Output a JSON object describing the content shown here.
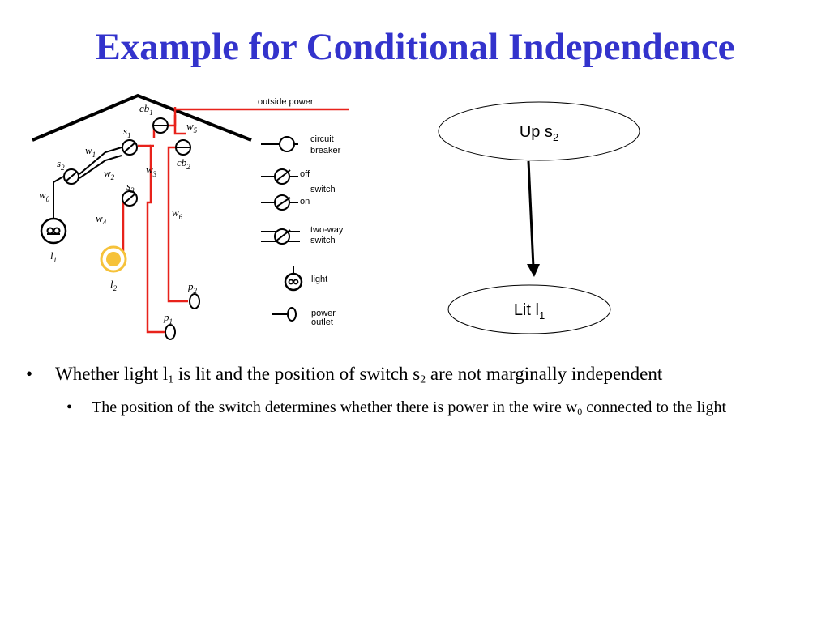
{
  "slide": {
    "title": "Example for Conditional Independence"
  },
  "house_diagram": {
    "outside_power": "outside power",
    "labels": {
      "cb1": "cb",
      "cb1_sub": "1",
      "cb2": "cb",
      "cb2_sub": "2",
      "s1": "s",
      "s1_sub": "1",
      "s2": "s",
      "s2_sub": "2",
      "s3": "s",
      "s3_sub": "3",
      "w0": "w",
      "w0_sub": "0",
      "w1": "w",
      "w1_sub": "1",
      "w2": "w",
      "w2_sub": "2",
      "w3": "w",
      "w3_sub": "3",
      "w4": "w",
      "w4_sub": "4",
      "w5": "w",
      "w5_sub": "5",
      "w6": "w",
      "w6_sub": "6",
      "l1": "l",
      "l1_sub": "1",
      "l2": "l",
      "l2_sub": "2",
      "p1": "p",
      "p1_sub": "1",
      "p2": "p",
      "p2_sub": "2"
    },
    "wire_color": "#e8221b",
    "lit_color": "#f6c23a"
  },
  "legend": {
    "circuit_breaker_1": "circuit",
    "circuit_breaker_2": "breaker",
    "off": "off",
    "switch": "switch",
    "on": "on",
    "two_way_1": "two-way",
    "two_way_2": "switch",
    "light": "light",
    "power_outlet_1": "power",
    "power_outlet_2": "outlet"
  },
  "bayes_net": {
    "parent": {
      "text": "Up s",
      "sub": "2"
    },
    "child": {
      "text": "Lit l",
      "sub": "1"
    }
  },
  "bullets": {
    "main": {
      "part1": "Whether light l",
      "sub1": "1",
      "part2": " is lit and the position of switch s",
      "sub2": "2",
      "part3": " are not marginally independent"
    },
    "sub": {
      "part1": "The position of the switch determines whether there is power in the wire w",
      "sub1": "0",
      "part2": " connected to the light"
    }
  },
  "colors": {
    "title": "#3333cc"
  }
}
